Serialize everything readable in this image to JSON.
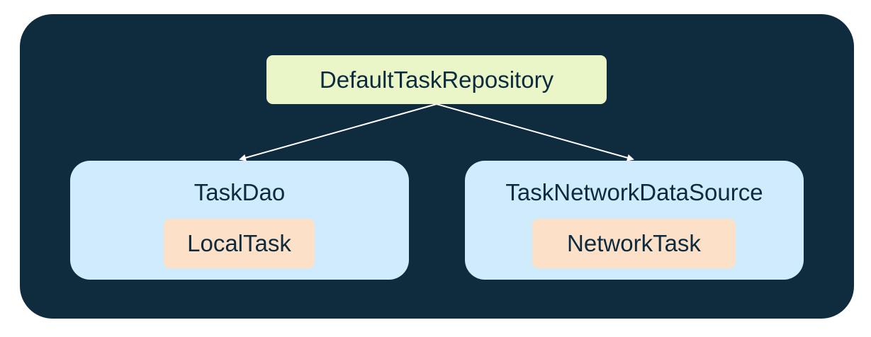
{
  "diagram": {
    "root": {
      "label": "DefaultTaskRepository"
    },
    "children": [
      {
        "label": "TaskDao",
        "model": "LocalTask"
      },
      {
        "label": "TaskNetworkDataSource",
        "model": "NetworkTask"
      }
    ]
  },
  "colors": {
    "background": "#0f2b3e",
    "root_fill": "#eaf5c8",
    "group_fill": "#d0ebfb",
    "model_fill": "#fde0c8",
    "text": "#0d2b3e",
    "arrow": "#ffffff"
  }
}
